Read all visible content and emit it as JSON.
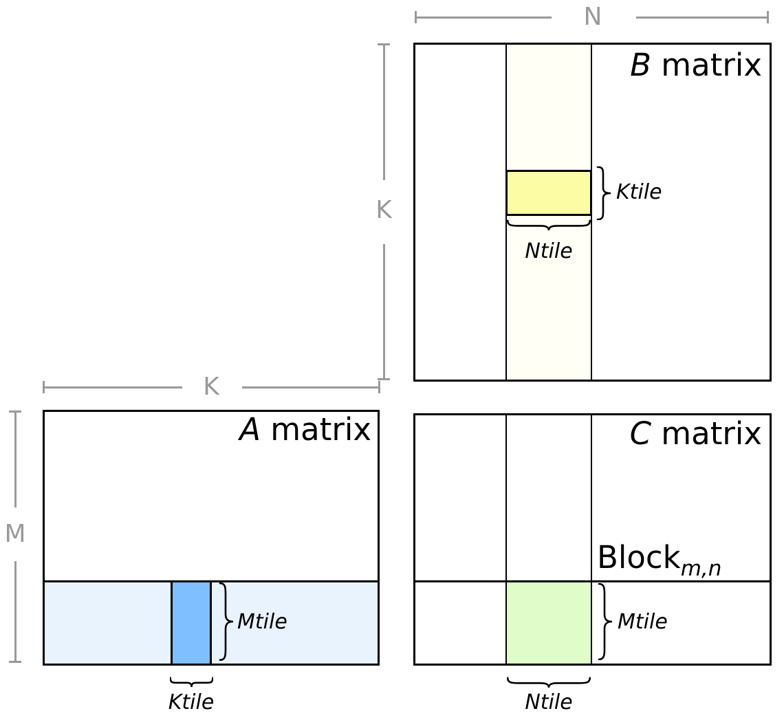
{
  "dimensions": {
    "n_label": "N",
    "k_label_b": "K",
    "k_label_a": "K",
    "m_label": "M"
  },
  "b_matrix": {
    "title_letter": "B",
    "title_rest": " matrix",
    "ktile_label": "Ktile",
    "ntile_label": "Ntile"
  },
  "a_matrix": {
    "title_letter": "A",
    "title_rest": " matrix",
    "mtile_label": "Mtile",
    "ktile_label": "Ktile"
  },
  "c_matrix": {
    "title_letter": "C",
    "title_rest": " matrix",
    "block_label": "Block",
    "block_subscript": "m,n",
    "mtile_label": "Mtile",
    "ntile_label": "Ntile"
  },
  "colors": {
    "dimension_gray": "#999999",
    "border_black": "#000000",
    "b_column_cream": "#fffff6",
    "b_tile_yellow": "#fcfca5",
    "a_row_lightblue": "#e9f3fd",
    "a_tile_blue": "#7fbfff",
    "c_tile_green": "#e0fcc9"
  }
}
